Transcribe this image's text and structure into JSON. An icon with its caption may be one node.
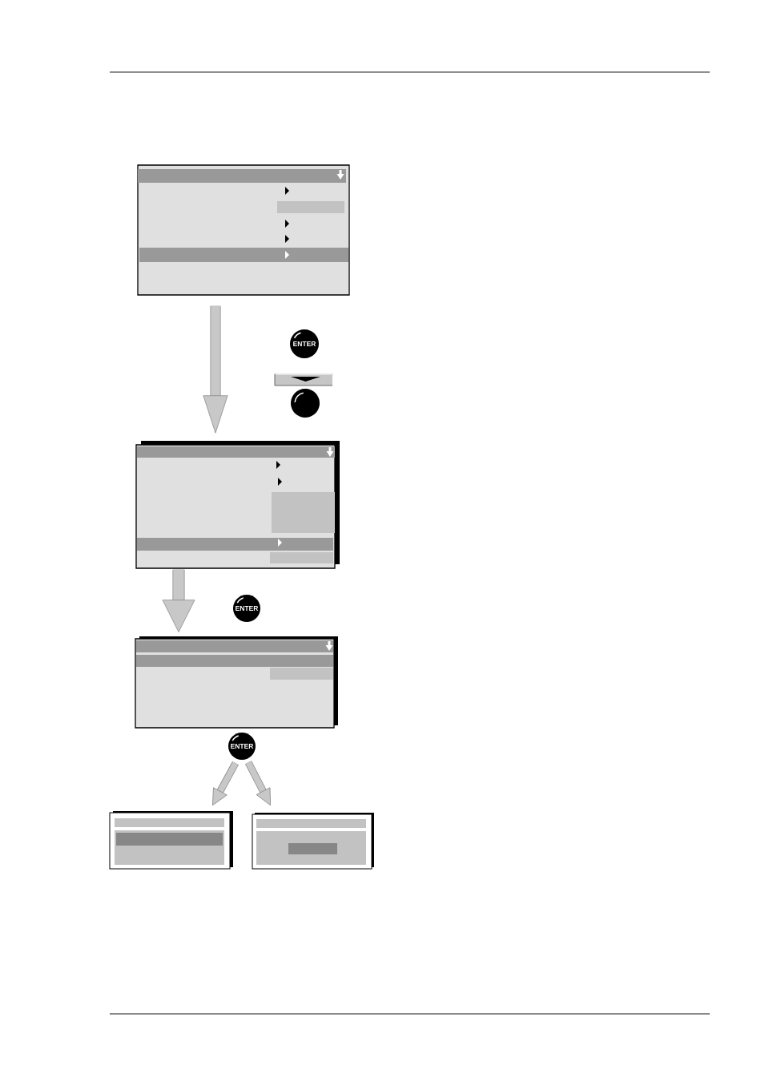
{
  "diagram": {
    "nodes": [
      {
        "text": [],
        "shape": "box"
      },
      {
        "text": [
          "ENTER"
        ]
      },
      {
        "text": [],
        "shape": "circle"
      },
      {
        "text": [],
        "shape": "box"
      },
      {
        "text": [
          "ENTER"
        ]
      },
      {
        "text": [],
        "shape": "box"
      },
      {
        "text": [
          "ENTER"
        ]
      },
      {
        "text": [],
        "shape": "box"
      },
      {
        "text": [],
        "shape": "box"
      }
    ],
    "edges": [
      {
        "from": 0,
        "to": 3,
        "arrow": "to"
      },
      {
        "from": 3,
        "to": 5,
        "arrow": "to"
      },
      {
        "from": 6,
        "to": 7,
        "arrow": "to"
      },
      {
        "from": 6,
        "to": 8,
        "arrow": "to"
      }
    ]
  }
}
